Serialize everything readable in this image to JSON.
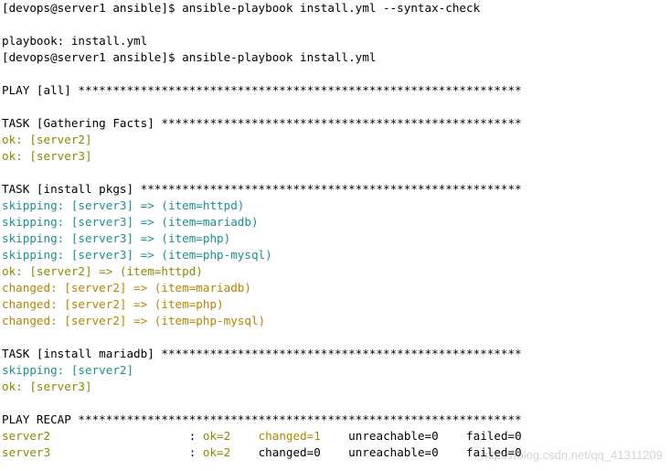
{
  "colors": {
    "default": "#000000",
    "ok": "#8a8a00",
    "skipping": "#1a8f97",
    "changed": "#b88300"
  },
  "terminal": {
    "lines": [
      [
        {
          "t": "[devops@server1 ansible]$ ansible-playbook install.yml --syntax-check",
          "c": "default"
        }
      ],
      [],
      [
        {
          "t": "playbook: install.yml",
          "c": "default"
        }
      ],
      [
        {
          "t": "[devops@server1 ansible]$ ansible-playbook install.yml",
          "c": "default"
        }
      ],
      [],
      [
        {
          "t": "PLAY [all] ****************************************************************",
          "c": "default"
        }
      ],
      [],
      [
        {
          "t": "TASK [Gathering Facts] ****************************************************",
          "c": "default"
        }
      ],
      [
        {
          "t": "ok: [server2]",
          "c": "ok"
        }
      ],
      [
        {
          "t": "ok: [server3]",
          "c": "ok"
        }
      ],
      [],
      [
        {
          "t": "TASK [install pkgs] *******************************************************",
          "c": "default"
        }
      ],
      [
        {
          "t": "skipping: [server3] => (item=httpd)",
          "c": "skipping"
        }
      ],
      [
        {
          "t": "skipping: [server3] => (item=mariadb)",
          "c": "skipping"
        }
      ],
      [
        {
          "t": "skipping: [server3] => (item=php)",
          "c": "skipping"
        }
      ],
      [
        {
          "t": "skipping: [server3] => (item=php-mysql)",
          "c": "skipping"
        }
      ],
      [
        {
          "t": "ok: [server2] => (item=httpd)",
          "c": "ok"
        }
      ],
      [
        {
          "t": "changed: [server2] => (item=mariadb)",
          "c": "changed"
        }
      ],
      [
        {
          "t": "changed: [server2] => (item=php)",
          "c": "changed"
        }
      ],
      [
        {
          "t": "changed: [server2] => (item=php-mysql)",
          "c": "changed"
        }
      ],
      [],
      [
        {
          "t": "TASK [install mariadb] ****************************************************",
          "c": "default"
        }
      ],
      [
        {
          "t": "skipping: [server2]",
          "c": "skipping"
        }
      ],
      [
        {
          "t": "ok: [server3]",
          "c": "ok"
        }
      ],
      [],
      [
        {
          "t": "PLAY RECAP ****************************************************************",
          "c": "default"
        }
      ],
      [
        {
          "t": "server2",
          "c": "ok"
        },
        {
          "t": "                    : ",
          "c": "default"
        },
        {
          "t": "ok=2",
          "c": "ok"
        },
        {
          "t": "    ",
          "c": "default"
        },
        {
          "t": "changed=1",
          "c": "changed"
        },
        {
          "t": "    unreachable=0    failed=0",
          "c": "default"
        }
      ],
      [
        {
          "t": "server3",
          "c": "ok"
        },
        {
          "t": "                    : ",
          "c": "default"
        },
        {
          "t": "ok=2",
          "c": "ok"
        },
        {
          "t": "    changed=0    unreachable=0    failed=0",
          "c": "default"
        }
      ]
    ]
  },
  "watermark": "https://blog.csdn.net/qq_41311209"
}
